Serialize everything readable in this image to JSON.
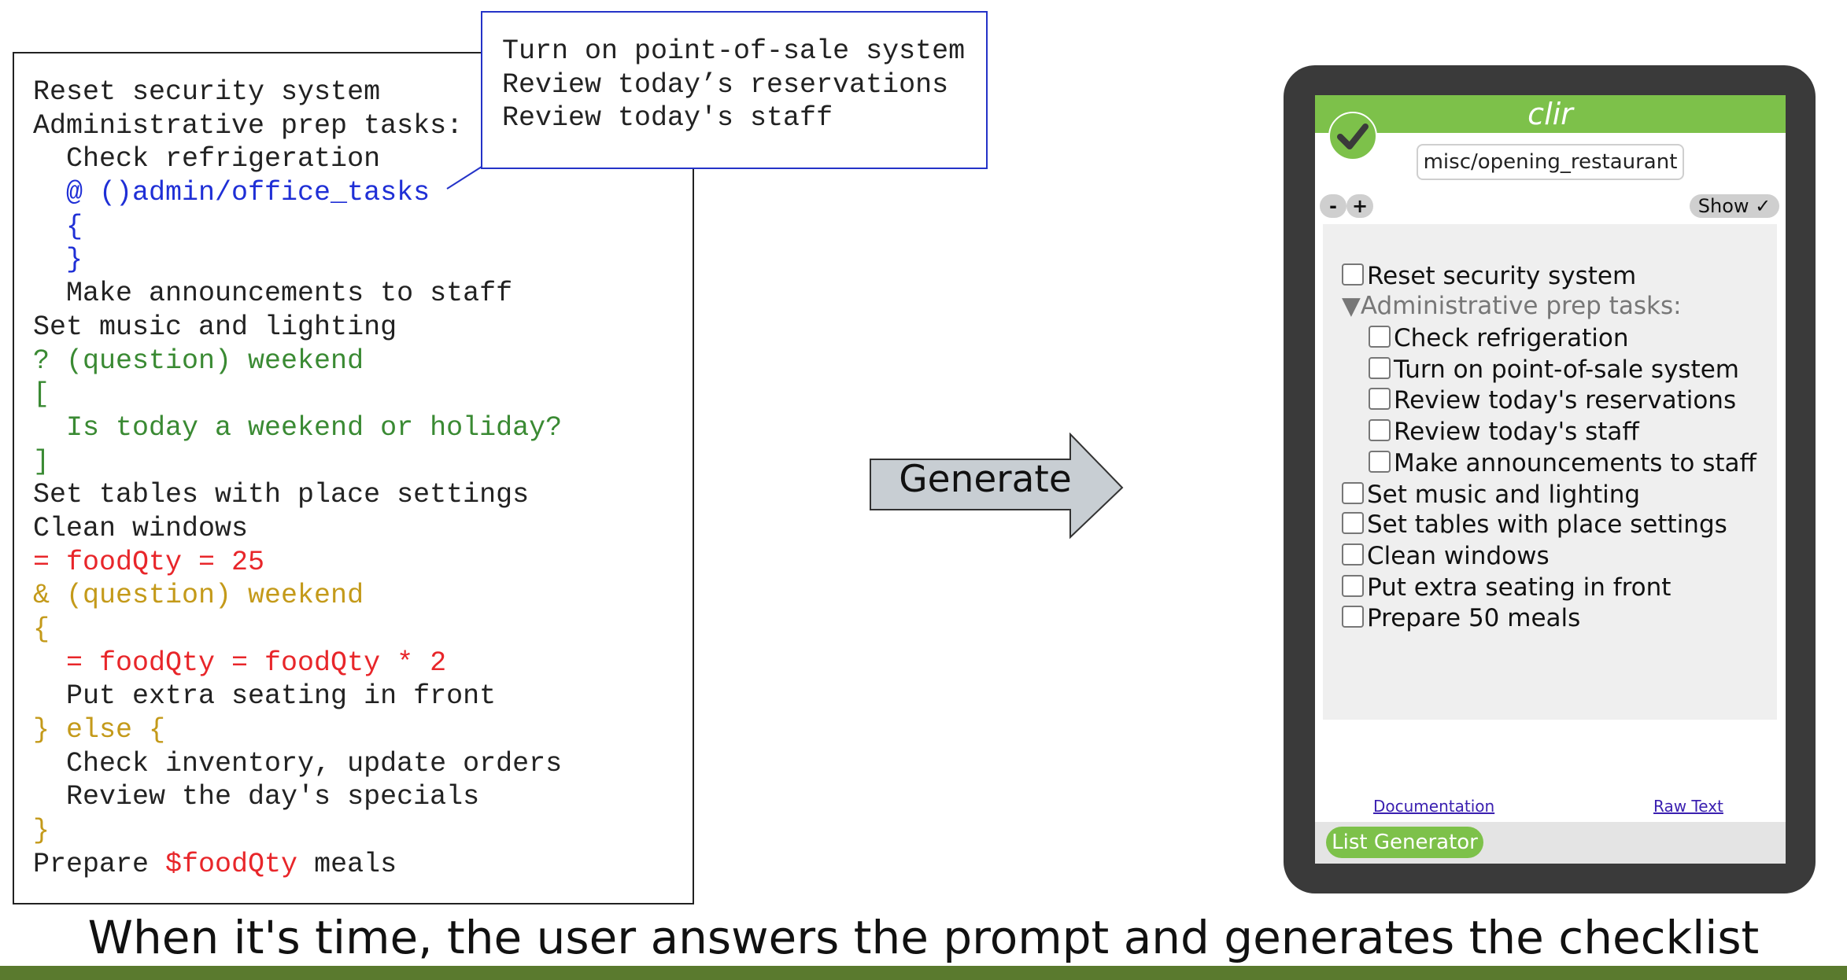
{
  "code_lines": [
    {
      "text": "Reset security system",
      "color": "default"
    },
    {
      "text": "Administrative prep tasks:",
      "color": "default"
    },
    {
      "text": "  Check refrigeration",
      "color": "default"
    },
    {
      "text": "  @ ()admin/office_tasks",
      "color": "blue"
    },
    {
      "text": "  {",
      "color": "blue"
    },
    {
      "text": "  }",
      "color": "blue"
    },
    {
      "text": "  Make announcements to staff",
      "color": "default"
    },
    {
      "text": "Set music and lighting",
      "color": "default"
    },
    {
      "text": "? (question) weekend",
      "color": "green"
    },
    {
      "text": "[",
      "color": "green"
    },
    {
      "text": "  Is today a weekend or holiday?",
      "color": "green"
    },
    {
      "text": "]",
      "color": "green"
    },
    {
      "text": "Set tables with place settings",
      "color": "default"
    },
    {
      "text": "Clean windows",
      "color": "default"
    },
    {
      "text": "= foodQty = 25",
      "color": "red"
    },
    {
      "text": "& (question) weekend",
      "color": "gold"
    },
    {
      "text": "{",
      "color": "gold"
    },
    {
      "text": "  = foodQty = foodQty * 2",
      "color": "red"
    },
    {
      "text": "  Put extra seating in front",
      "color": "default"
    },
    {
      "text": "} else {",
      "color": "gold"
    },
    {
      "text": "  Check inventory, update orders",
      "color": "default"
    },
    {
      "text": "  Review the day's specials",
      "color": "default"
    },
    {
      "text": "}",
      "color": "gold"
    },
    {
      "prefix": "Prepare ",
      "var": "$foodQty",
      "suffix": " meals",
      "color": "mixed"
    }
  ],
  "popup_lines": [
    "Turn on point-of-sale system",
    "Review today’s reservations",
    "Review today's staff"
  ],
  "arrow": {
    "label": "Generate"
  },
  "app": {
    "title": "clir",
    "path": "misc/opening_restaurant",
    "minus_label": "-",
    "plus_label": "+",
    "show_label": "Show ✓",
    "list_items": [
      {
        "label": "Reset security system",
        "type": "checkbox",
        "indent": 0
      },
      {
        "label": "▼Administrative prep tasks:",
        "type": "group",
        "indent": 0
      },
      {
        "label": "Check refrigeration",
        "type": "checkbox",
        "indent": 1
      },
      {
        "label": "Turn on point-of-sale system",
        "type": "checkbox",
        "indent": 1
      },
      {
        "label": "Review today's reservations",
        "type": "checkbox",
        "indent": 1
      },
      {
        "label": "Review today's staff",
        "type": "checkbox",
        "indent": 1
      },
      {
        "label": "Make announcements to staff",
        "type": "checkbox",
        "indent": 1
      },
      {
        "label": "Set music and lighting",
        "type": "checkbox",
        "indent": 0
      },
      {
        "label": "Set tables with place settings",
        "type": "checkbox",
        "indent": 0
      },
      {
        "label": "Clean windows",
        "type": "checkbox",
        "indent": 0
      },
      {
        "label": "Put extra seating in front",
        "type": "checkbox",
        "indent": 0
      },
      {
        "label": "Prepare 50 meals",
        "type": "checkbox",
        "indent": 0
      }
    ],
    "documentation_link": "Documentation",
    "raw_text_link": "Raw Text",
    "list_generator_label": "List Generator"
  },
  "caption": "When it's time, the user answers the prompt and generates the checklist",
  "colors": {
    "code_blue": "#1f2fd6",
    "code_green": "#3a8a33",
    "code_red": "#e8262a",
    "code_gold": "#c49a1a",
    "app_green": "#7dc14a",
    "device_frame": "#3a3a3a",
    "arrow_fill": "#c8ced3"
  }
}
